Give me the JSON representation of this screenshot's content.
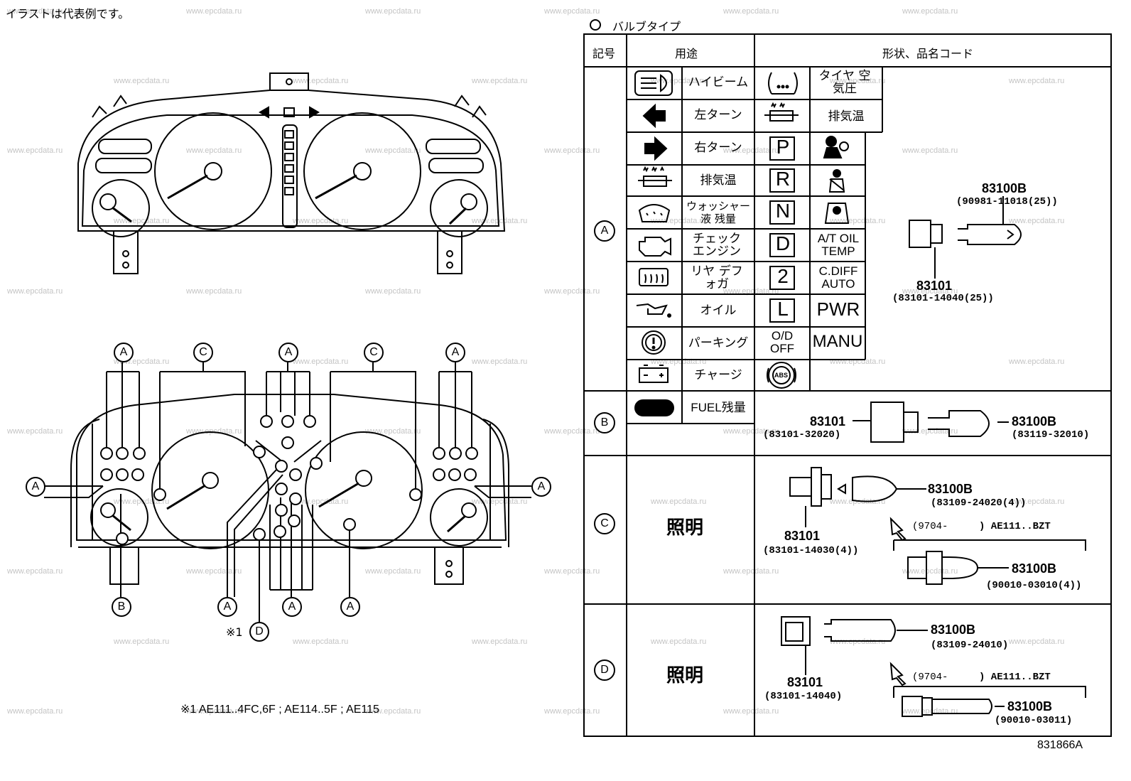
{
  "note": "イラストは代表例です。",
  "watermark": "www.epcdata.ru",
  "legend": {
    "title": "バルブタイプ",
    "headers": {
      "symbol": "記号",
      "usage": "用途",
      "shape": "形状、品名コード"
    }
  },
  "row_labels": {
    "a": "A",
    "b": "B",
    "c": "C",
    "d": "D"
  },
  "row_a": {
    "usage_left": [
      "ハイビーム",
      "左ターン",
      "右ターン",
      "排気温",
      "ウォッシャー液 残量",
      "チェック エンジン",
      "リヤ デフォガ",
      "オイル",
      "パーキング",
      "チャージ"
    ],
    "usage_mid_top": [
      "タイヤ 空気圧",
      "排気温"
    ],
    "gear_letters": [
      "P",
      "R",
      "N",
      "D",
      "2",
      "L"
    ],
    "od_off": "O/D OFF",
    "right_text": [
      "A/T OIL TEMP",
      "C.DIFF AUTO",
      "PWR",
      "MANU"
    ],
    "abs": "ABS",
    "bulb_part": "83100B",
    "bulb_code": "(90981-11018(25))",
    "socket_part": "83101",
    "socket_code": "(83101-14040(25))"
  },
  "row_b": {
    "usage": "FUEL残量",
    "socket_part": "83101",
    "socket_code": "(83101-32020)",
    "bulb_part": "83100B",
    "bulb_code": "(83119-32010)"
  },
  "row_c": {
    "usage": "照明",
    "bulb_part": "83100B",
    "bulb_code": "(83109-24020(4))",
    "socket_part": "83101",
    "socket_code": "(83101-14030(4))",
    "range_label": "(9704-",
    "range_model": ") AE111..BZT",
    "bulb2_part": "83100B",
    "bulb2_code": "(90010-03010(4))"
  },
  "row_d": {
    "usage": "照明",
    "bulb_part": "83100B",
    "bulb_code": "(83109-24010)",
    "socket_part": "83101",
    "socket_code": "(83101-14040)",
    "range_label": "(9704-",
    "range_model": ") AE111..BZT",
    "bulb2_part": "83100B",
    "bulb2_code": "(90010-03011)"
  },
  "callouts": {
    "a": "A",
    "b": "B",
    "c": "C",
    "d": "D",
    "d_prefix": "※1"
  },
  "footnote": "※1 AE111..4FC,6F ; AE114..5F ; AE115",
  "figure_id": "831866A"
}
